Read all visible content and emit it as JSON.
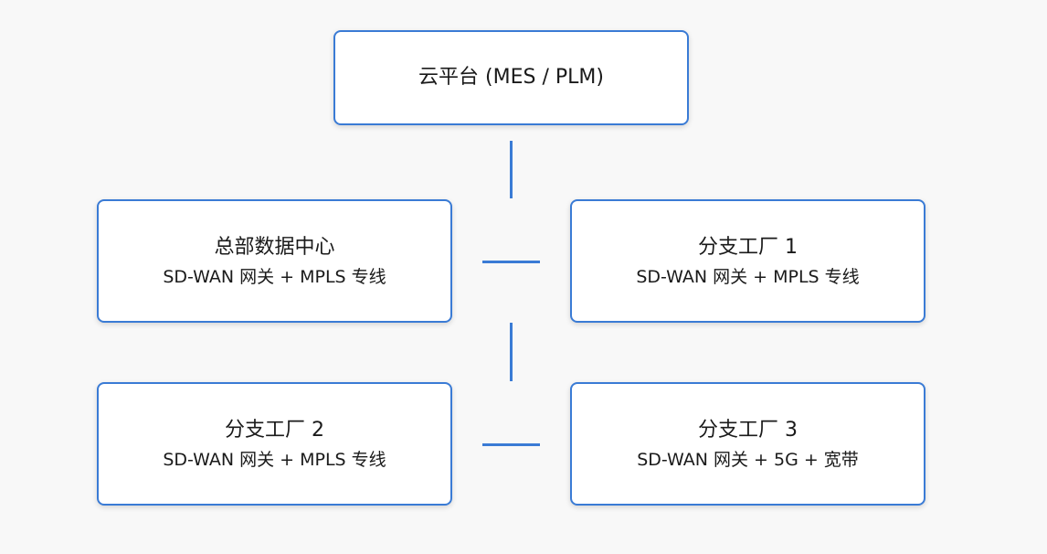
{
  "diagram": {
    "nodes": {
      "cloud": {
        "title": "云平台 (MES / PLM)"
      },
      "hq": {
        "title": "总部数据中心",
        "subtitle": "SD-WAN 网关 + MPLS 专线"
      },
      "branch1": {
        "title": "分支工厂 1",
        "subtitle": "SD-WAN 网关 + MPLS 专线"
      },
      "branch2": {
        "title": "分支工厂 2",
        "subtitle": "SD-WAN 网关 + MPLS 专线"
      },
      "branch3": {
        "title": "分支工厂 3",
        "subtitle": "SD-WAN 网关 + 5G + 宽带"
      }
    },
    "colors": {
      "border": "#3a7bd5",
      "connector": "#3a7bd5",
      "background": "#f8f8f8",
      "node_fill": "#ffffff"
    }
  }
}
